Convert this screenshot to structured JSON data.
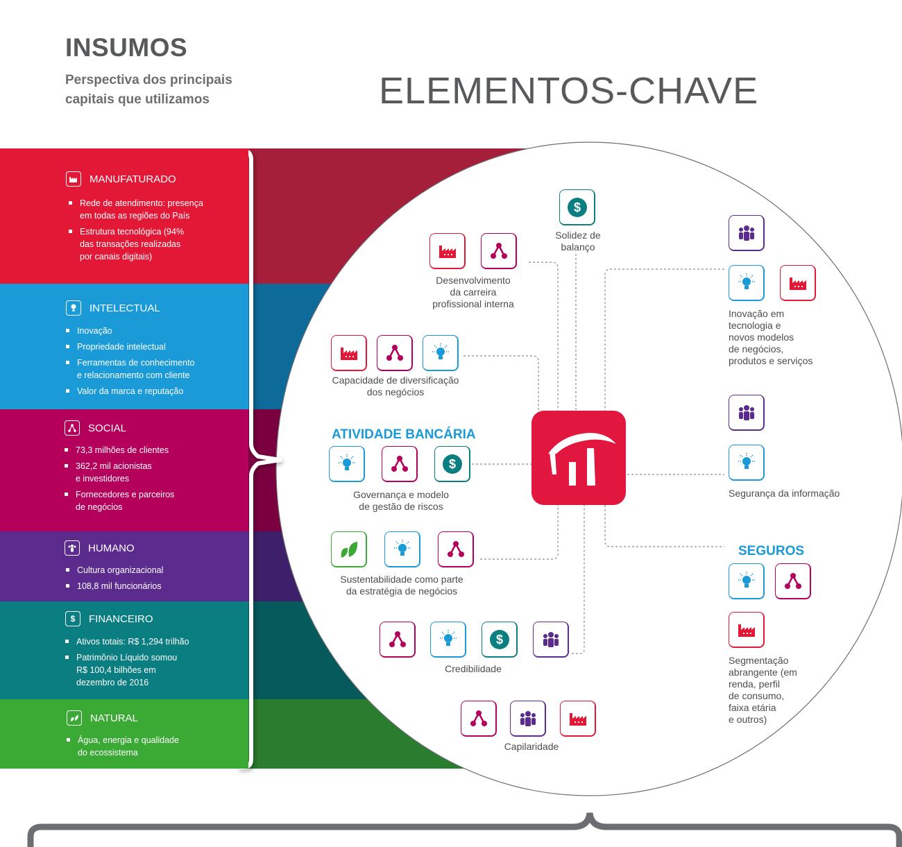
{
  "header": {
    "title": "INSUMOS",
    "subtitle": "Perspectiva dos principais capitais que utilizamos",
    "key_elements_title": "ELEMENTOS-CHAVE"
  },
  "capitals": [
    {
      "label": "MANUFATURADO",
      "color": "#e31837",
      "dark": "#a51f3a",
      "icon": "factory-icon",
      "items": [
        "Rede de atendimento: presença\nem todas as regiões do País",
        "Estrutura tecnológica (94%\ndas transações realizadas\npor canais digitais)"
      ]
    },
    {
      "label": "INTELECTUAL",
      "color": "#1a9ad6",
      "dark": "#0d6a99",
      "icon": "lightbulb-icon",
      "items": [
        "Inovação",
        "Propriedade intelectual",
        "Ferramentas de conhecimento\ne relacionamento com cliente",
        "Valor da marca e reputação"
      ]
    },
    {
      "label": "SOCIAL",
      "color": "#b5005b",
      "dark": "#7a0040",
      "icon": "network-icon",
      "items": [
        "73,3 milhões de clientes",
        "362,2 mil acionistas\ne investidores",
        "Fornecedores e parceiros\nde negócios"
      ]
    },
    {
      "label": "HUMANO",
      "color": "#5b2c8e",
      "dark": "#3d1f6b",
      "icon": "people-icon",
      "items": [
        "Cultura organizacional",
        "108,8 mil funcionários"
      ]
    },
    {
      "label": "FINANCEIRO",
      "color": "#0a7e80",
      "dark": "#075a5c",
      "icon": "dollar-icon",
      "items": [
        "Ativos totais: R$ 1,294 trilhão",
        "Patrimônio Líquido somou\nR$ 100,4 bilhões em\ndezembro de 2016"
      ]
    },
    {
      "label": "NATURAL",
      "color": "#3aaa35",
      "dark": "#2a7d2e",
      "icon": "leaf-icon",
      "items": [
        "Água, energia e qualidade\ndo ecossistema"
      ]
    }
  ],
  "sections": {
    "banking": "ATIVIDADE BANCÁRIA",
    "insurance": "SEGUROS"
  },
  "elements": {
    "solidez": "Solidez de\nbalanço",
    "carreira": "Desenvolvimento\nda carreira\nprofissional interna",
    "inovacao": "Inovação em\ntecnologia e\nnovos modelos\nde negócios,\nprodutos e serviços",
    "diversificacao": "Capacidade de diversificação\ndos negócios",
    "seguranca": "Segurança da informação",
    "governanca": "Governança e modelo\nde gestão de riscos",
    "sustentabilidade": "Sustentabilidade como parte\nda estratégia de negócios",
    "segmentacao": "Segmentação\nabrangente (em\nrenda, perfil\nde consumo,\nfaixa etária\ne outros)",
    "credibilidade": "Credibilidade",
    "capilaridade": "Capilaridade"
  },
  "colors": {
    "manufaturado": "#e31837",
    "intelectual": "#1a9ad6",
    "social": "#b5005b",
    "humano": "#5b2c8e",
    "financeiro": "#0a7e80",
    "natural": "#3aaa35",
    "logo_red": "#e1173f",
    "heading_gray": "#58595b"
  }
}
